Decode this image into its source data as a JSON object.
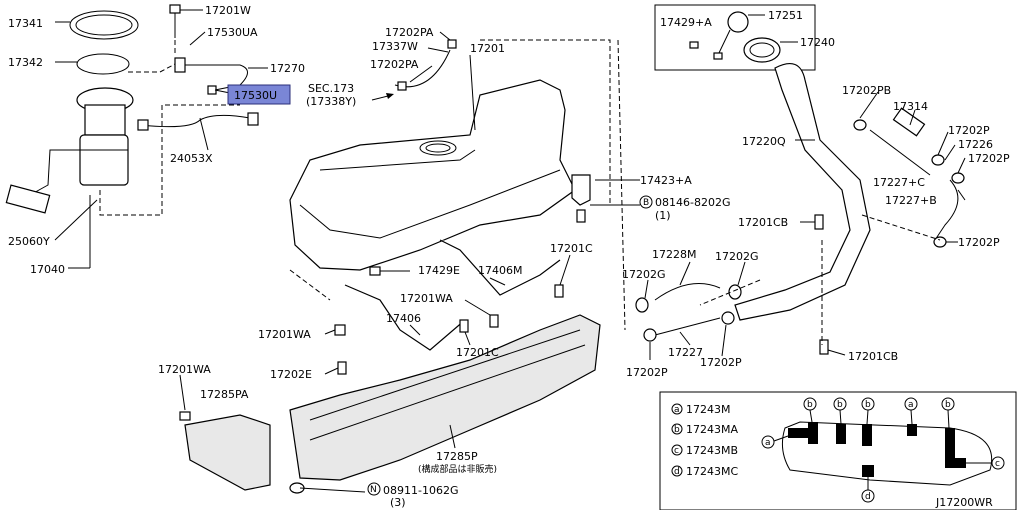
{
  "diagram_id": "J17200WR",
  "labels": {
    "p17341": "17341",
    "p17201W": "17201W",
    "p17530UA": "17530UA",
    "p17342": "17342",
    "p17270": "17270",
    "p17530U": "17530U",
    "sec173": "SEC.173",
    "sec173_ref": "(17338Y)",
    "p17202PA_a": "17202PA",
    "p17337W": "17337W",
    "p17202PA_b": "17202PA",
    "p17201": "17201",
    "p24053X": "24053X",
    "p25060Y": "25060Y",
    "p17040": "17040",
    "p17429A": "17429+A",
    "p17251": "17251",
    "p17240": "17240",
    "p17202PB": "17202PB",
    "p17314": "17314",
    "p17220Q": "17220Q",
    "p17202P_a": "17202P",
    "p17226": "17226",
    "p17202P_b": "17202P",
    "p17227C": "17227+C",
    "p17227B": "17227+B",
    "p17423A": "17423+A",
    "p08146": "08146-8202G",
    "p08146_qty": "(1)",
    "p17201CB_a": "17201CB",
    "p17202P_c": "17202P",
    "p17228M": "17228M",
    "p17202G_a": "17202G",
    "p17202G_b": "17202G",
    "p17201C_a": "17201C",
    "p17429E": "17429E",
    "p17406M": "17406M",
    "p17201WA_a": "17201WA",
    "p17406": "17406",
    "p17201WA_b": "17201WA",
    "p17201C_b": "17201C",
    "p17227": "17227",
    "p17201CB_b": "17201CB",
    "p17201WA_c": "17201WA",
    "p17202E": "17202E",
    "p17285PA": "17285PA",
    "p17202P_d": "17202P",
    "p17202P_e": "17202P",
    "p17285P": "17285P",
    "p17285P_note": "(構成部品は非販売)",
    "p08911": "08911-1062G",
    "p08911_qty": "(3)"
  },
  "circle_markers": {
    "B": "B",
    "N": "N"
  },
  "legend": {
    "items": [
      {
        "key": "a",
        "label": "17243M"
      },
      {
        "key": "b",
        "label": "17243MA"
      },
      {
        "key": "c",
        "label": "17243MB"
      },
      {
        "key": "d",
        "label": "17243MC"
      }
    ]
  },
  "clip_markers": {
    "left": "a",
    "top": [
      "b",
      "b",
      "b",
      "a",
      "b"
    ],
    "right": "c",
    "bottom": "d"
  },
  "colors": {
    "highlight": "#7a86d6",
    "highlight_border": "#2b2f7a",
    "ink": "#000000"
  }
}
